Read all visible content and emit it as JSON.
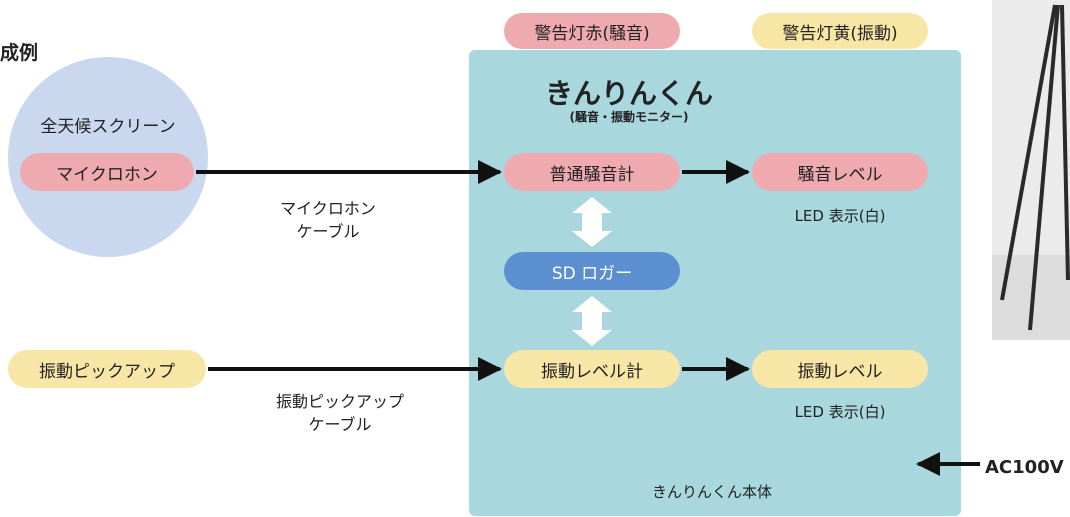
{
  "legend_title": "成例",
  "enclosure": {
    "label": "全天候スクリーン",
    "mic": "マイクロホン"
  },
  "vibration_pickup": "振動ピックアップ",
  "cables": {
    "mic": [
      "マイクロホン",
      "ケーブル"
    ],
    "vibration": [
      "振動ピックアップ",
      "ケーブル"
    ]
  },
  "warning_lights": {
    "red": "警告灯赤(騒音)",
    "yellow": "警告灯黄(振動)"
  },
  "device": {
    "title": "きんりんくん",
    "subtitle": "(騒音・振動モニター)",
    "sound_meter": "普通騒音計",
    "logger": "SD ロガー",
    "vibration_meter": "振動レベル計",
    "noise_level": "騒音レベル",
    "vibration_level": "振動レベル",
    "led_noise": "LED 表示(白)",
    "led_vibration": "LED 表示(白)",
    "body_label": "きんりんくん本体"
  },
  "power": "AC100V",
  "colors": {
    "pink": "#eeaaaf",
    "yellow": "#f7e6a6",
    "blue": "#5b8fd0",
    "panel": "#a8d7dd",
    "screen": "#c9d8ef"
  }
}
